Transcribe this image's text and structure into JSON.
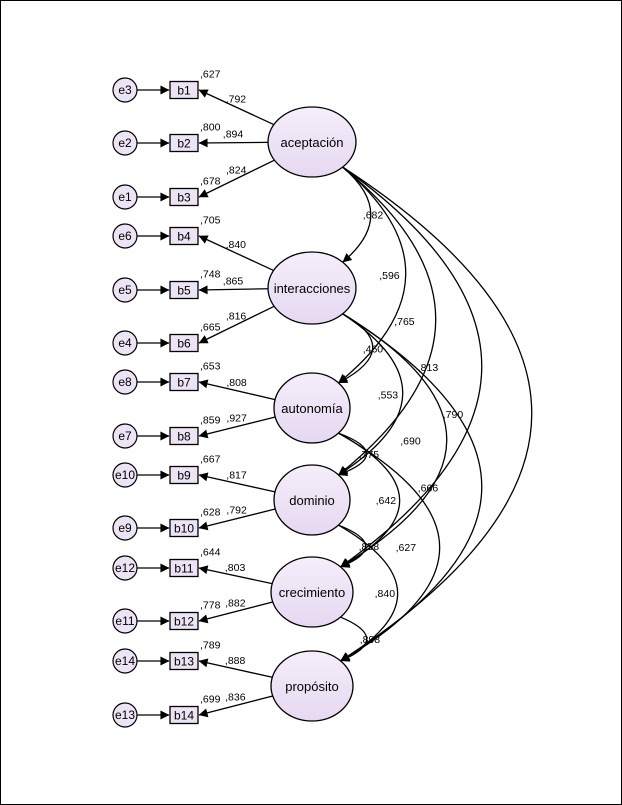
{
  "colors": {
    "latent_fill_top": "#f5eefa",
    "latent_fill_bottom": "#e6d8f1",
    "observed_fill": "#ece3f4",
    "error_fill": "#ece3f4",
    "stroke": "#000000"
  },
  "latents": [
    {
      "id": "L1",
      "label": "aceptación"
    },
    {
      "id": "L2",
      "label": "interacciones"
    },
    {
      "id": "L3",
      "label": "autonomía"
    },
    {
      "id": "L4",
      "label": "dominio"
    },
    {
      "id": "L5",
      "label": "crecimiento"
    },
    {
      "id": "L6",
      "label": "propósito"
    }
  ],
  "indicators": [
    {
      "label": "b1",
      "error": "e3",
      "latent": 0,
      "loading": ",792",
      "r2": ",627"
    },
    {
      "label": "b2",
      "error": "e2",
      "latent": 0,
      "loading": ",894",
      "r2": ",800"
    },
    {
      "label": "b3",
      "error": "e1",
      "latent": 0,
      "loading": ",824",
      "r2": ",678"
    },
    {
      "label": "b4",
      "error": "e6",
      "latent": 1,
      "loading": ",840",
      "r2": ",705"
    },
    {
      "label": "b5",
      "error": "e5",
      "latent": 1,
      "loading": ",865",
      "r2": ",748"
    },
    {
      "label": "b6",
      "error": "e4",
      "latent": 1,
      "loading": ",816",
      "r2": ",665"
    },
    {
      "label": "b7",
      "error": "e8",
      "latent": 2,
      "loading": ",808",
      "r2": ",653"
    },
    {
      "label": "b8",
      "error": "e7",
      "latent": 2,
      "loading": ",927",
      "r2": ",859"
    },
    {
      "label": "b9",
      "error": "e10",
      "latent": 3,
      "loading": ",817",
      "r2": ",667"
    },
    {
      "label": "b10",
      "error": "e9",
      "latent": 3,
      "loading": ",792",
      "r2": ",628"
    },
    {
      "label": "b11",
      "error": "e12",
      "latent": 4,
      "loading": ",803",
      "r2": ",644"
    },
    {
      "label": "b12",
      "error": "e11",
      "latent": 4,
      "loading": ",882",
      "r2": ",778"
    },
    {
      "label": "b13",
      "error": "e14",
      "latent": 5,
      "loading": ",888",
      "r2": ",789"
    },
    {
      "label": "b14",
      "error": "e13",
      "latent": 5,
      "loading": ",836",
      "r2": ",699"
    }
  ],
  "covariances": [
    {
      "from": 0,
      "to": 1,
      "value": ",682"
    },
    {
      "from": 0,
      "to": 2,
      "value": ",596"
    },
    {
      "from": 0,
      "to": 3,
      "value": ",765"
    },
    {
      "from": 0,
      "to": 4,
      "value": ",813"
    },
    {
      "from": 0,
      "to": 5,
      "value": ",790"
    },
    {
      "from": 1,
      "to": 2,
      "value": ",460"
    },
    {
      "from": 1,
      "to": 3,
      "value": ",553"
    },
    {
      "from": 1,
      "to": 4,
      "value": ",690"
    },
    {
      "from": 1,
      "to": 5,
      "value": ",666"
    },
    {
      "from": 2,
      "to": 3,
      "value": ",775"
    },
    {
      "from": 2,
      "to": 4,
      "value": ",642"
    },
    {
      "from": 2,
      "to": 5,
      "value": ",627"
    },
    {
      "from": 3,
      "to": 4,
      "value": ",858"
    },
    {
      "from": 3,
      "to": 5,
      "value": ",840"
    },
    {
      "from": 4,
      "to": 5,
      "value": ",898"
    }
  ]
}
